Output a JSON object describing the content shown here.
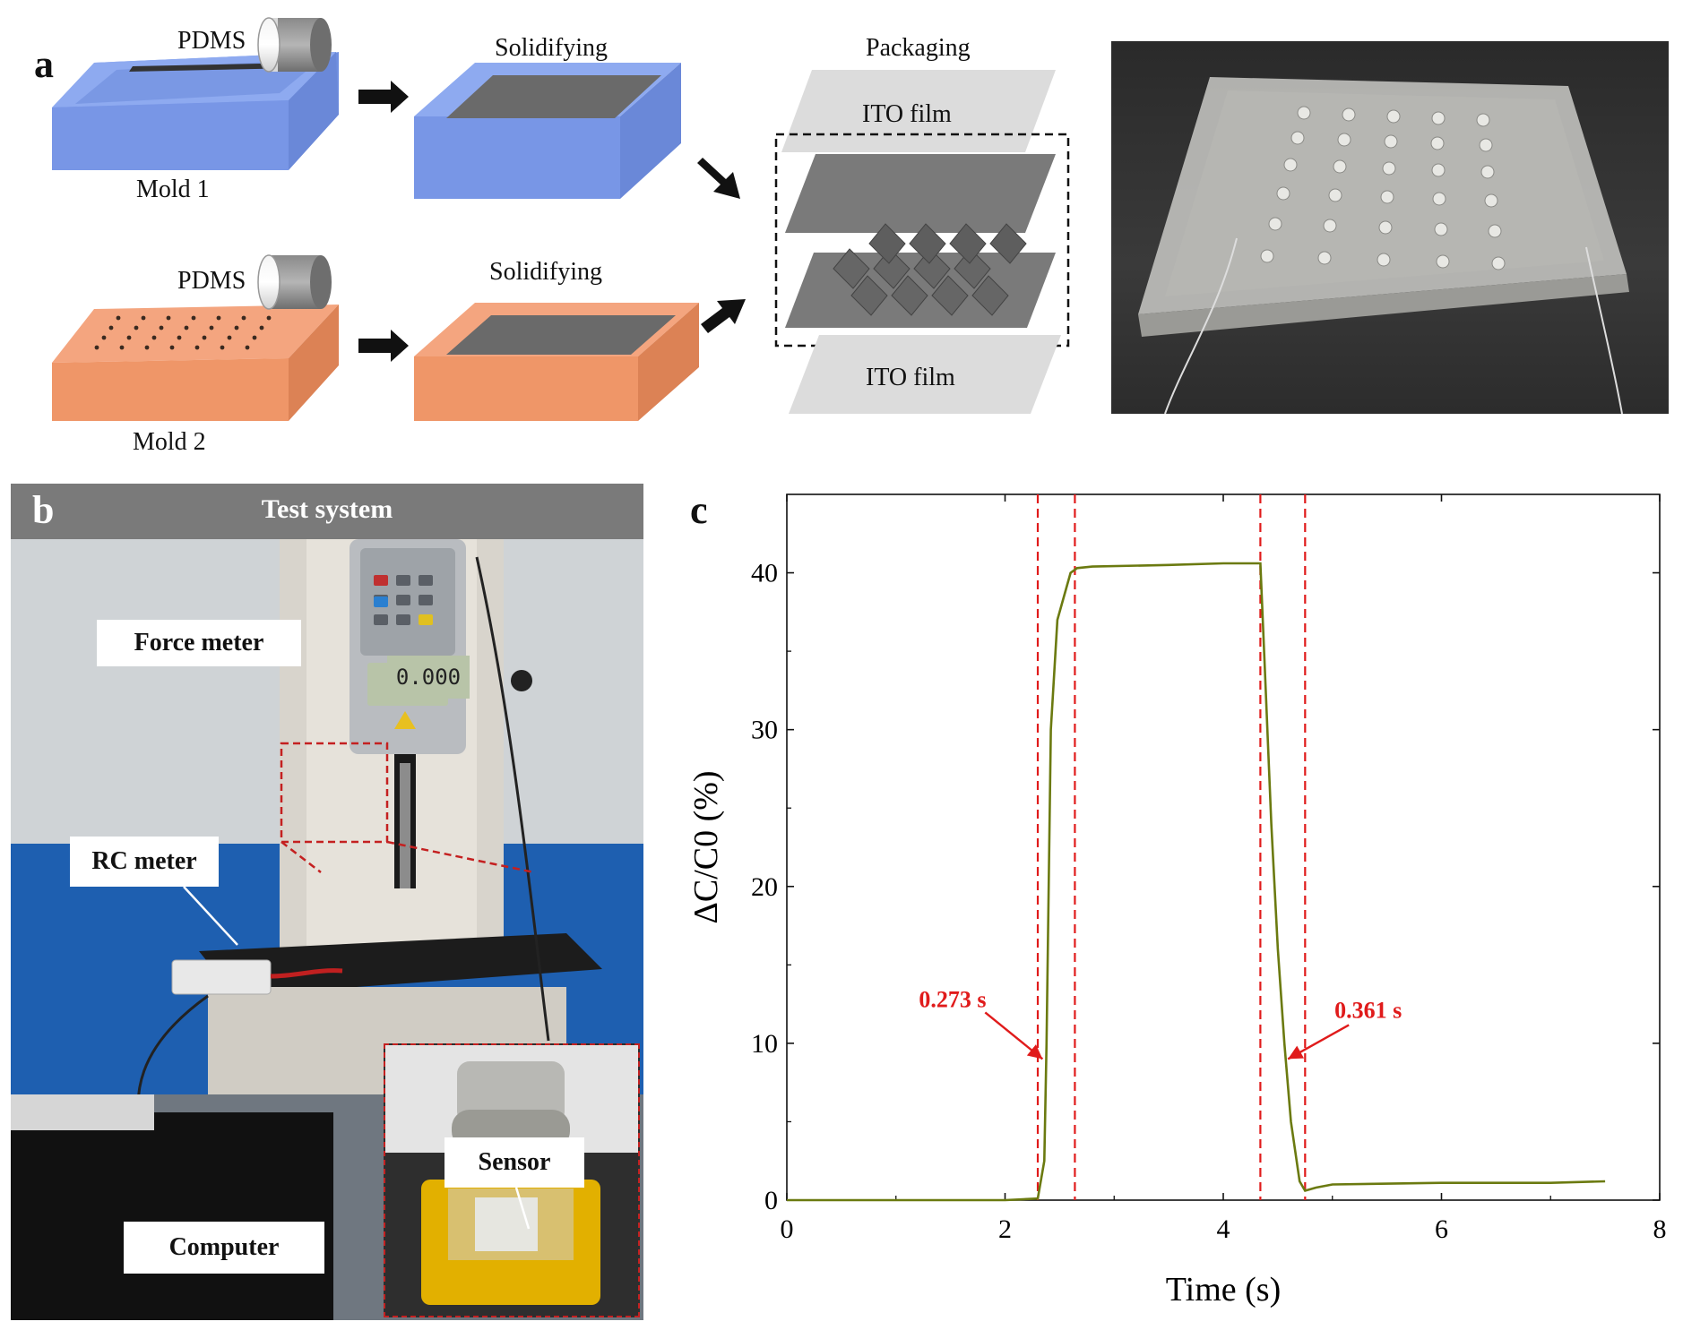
{
  "panel_a": {
    "letter": "a",
    "pdms_top": "PDMS",
    "pdms_bottom": "PDMS",
    "solid_top": "Solidifying",
    "solid_bottom": "Solidifying",
    "mold1": "Mold 1",
    "mold2": "Mold 2",
    "packaging": "Packaging",
    "ito_top": "ITO film",
    "ito_bottom": "ITO film"
  },
  "panel_b": {
    "letter": "b",
    "header": "Test system",
    "force_meter": "Force meter",
    "rc_meter": "RC meter",
    "computer": "Computer",
    "sensor": "Sensor",
    "lcd": "0.000"
  },
  "panel_c": {
    "letter": "c"
  },
  "colors": {
    "mold1": "#7f9eea",
    "mold2": "#f0956a",
    "trace": "#6b7a10",
    "annot": "#e01b1b"
  },
  "chart_data": {
    "type": "line",
    "xlabel": "Time (s)",
    "ylabel": "ΔC/C0 (%)",
    "xlim": [
      0,
      8
    ],
    "ylim": [
      0,
      45
    ],
    "xticks": [
      "0",
      "2",
      "4",
      "6",
      "8"
    ],
    "yticks": [
      "0",
      "10",
      "20",
      "30",
      "40"
    ],
    "series": [
      {
        "x": [
          0,
          1.0,
          2.0,
          2.3,
          2.36,
          2.38,
          2.42,
          2.48,
          2.52,
          2.56,
          2.6,
          2.66,
          2.8,
          3.5,
          4.0,
          4.34,
          4.38,
          4.44,
          4.5,
          4.56,
          4.62,
          4.7,
          4.75,
          4.85,
          5.0,
          6.0,
          7.0,
          7.5
        ],
        "y": [
          0,
          0,
          0,
          0.1,
          2.5,
          10,
          30,
          37,
          38,
          39,
          40,
          40.3,
          40.4,
          40.5,
          40.6,
          40.6,
          34,
          24,
          16,
          10,
          5,
          1.2,
          0.6,
          0.8,
          1.0,
          1.1,
          1.1,
          1.2
        ]
      }
    ],
    "vlines": [
      2.3,
      2.64,
      4.34,
      4.75
    ],
    "annotations": [
      {
        "text": "0.273 s",
        "x": 2.36,
        "y": 9.0
      },
      {
        "text": "0.361 s",
        "x": 4.56,
        "y": 9.0
      }
    ]
  }
}
